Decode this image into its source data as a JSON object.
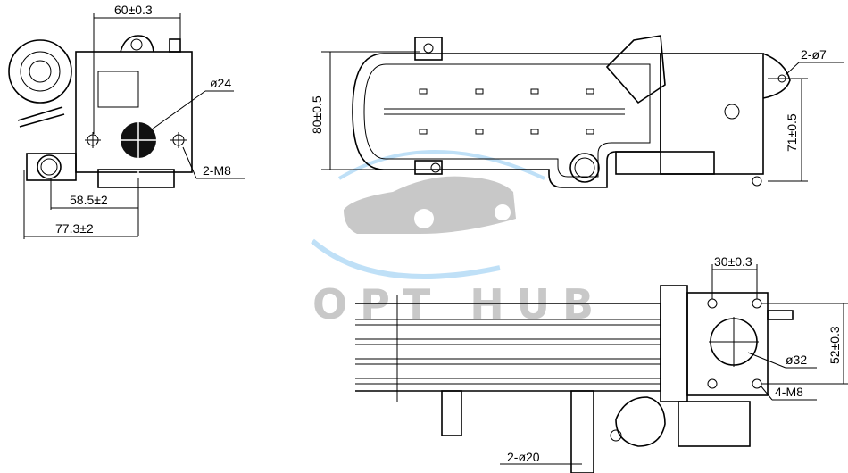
{
  "drawing": {
    "views": {
      "end_view": {
        "dimensions": [
          "60±0.3",
          "ø24",
          "2-M8",
          "58.5±2",
          "77.3±2"
        ]
      },
      "top_view": {
        "dimensions": [
          "80±0.5",
          "2-ø7",
          "71±0.5"
        ]
      },
      "side_view": {
        "dimensions": [
          "30±0.3",
          "52±0.3",
          "ø32",
          "4-M8",
          "2-ø20"
        ]
      }
    },
    "watermark": {
      "text": "OPT HUB",
      "colors": {
        "car": "#c8c8c8",
        "swoosh": "#bfe0f7"
      }
    }
  }
}
